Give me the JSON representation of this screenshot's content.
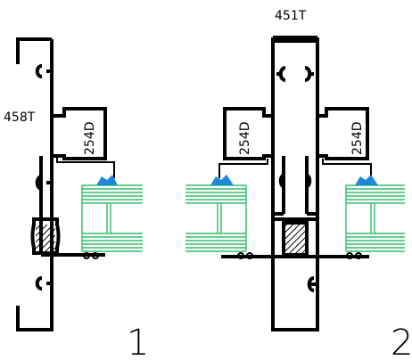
{
  "labels": {
    "part_left": "458T",
    "part_top": "451T",
    "insert_1": "254D",
    "insert_2_left": "254D",
    "insert_2_right": "254D"
  },
  "figures": {
    "fig1": "1",
    "fig2": "2"
  },
  "colors": {
    "profile": "#000000",
    "glass": "#2fbf6a",
    "seal": "#1e88d6",
    "hatch": "#000000"
  }
}
